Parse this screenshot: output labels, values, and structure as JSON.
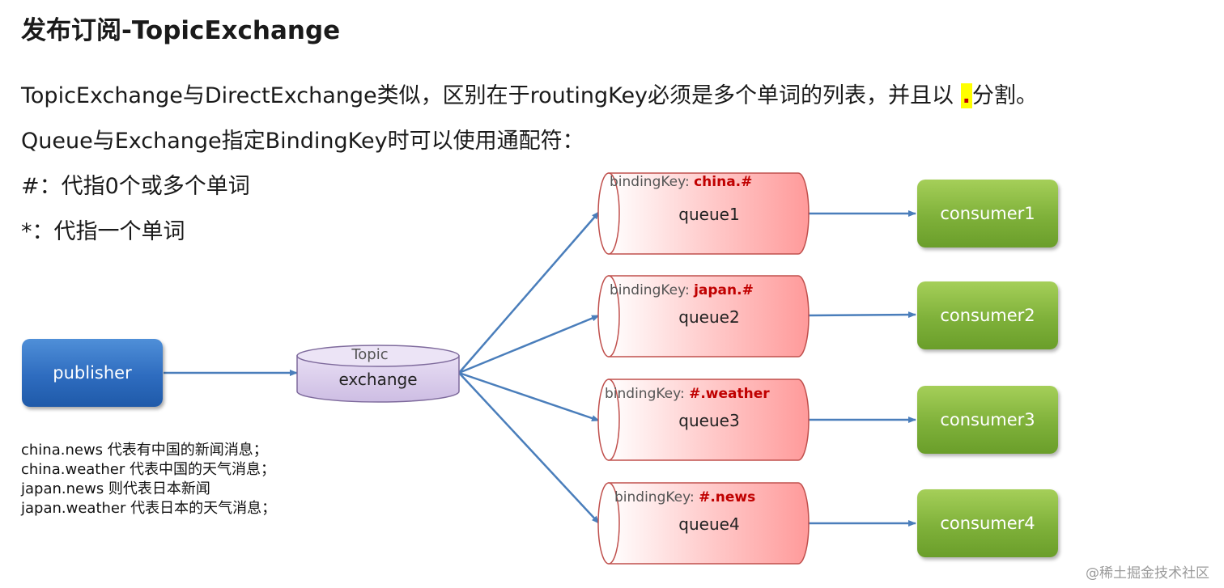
{
  "title": "发布订阅-TopicExchange",
  "intro": {
    "line1_before": "TopicExchange与DirectExchange类似，区别在于routingKey必须是多个单词的列表，并且以 ",
    "line1_dot": ".",
    "line1_after": "分割。",
    "line2": "Queue与Exchange指定BindingKey时可以使用通配符：",
    "line3": "#：代指0个或多个单词",
    "line4": "*：代指一个单词"
  },
  "publisher": {
    "label": "publisher"
  },
  "exchange": {
    "type_label": "Topic",
    "label": "exchange"
  },
  "binding_prefix": "bindingKey: ",
  "queues": [
    {
      "name": "queue1",
      "binding_key": "china.#",
      "consumer": "consumer1"
    },
    {
      "name": "queue2",
      "binding_key": "japan.#",
      "consumer": "consumer2"
    },
    {
      "name": "queue3",
      "binding_key": "#.weather",
      "consumer": "consumer3"
    },
    {
      "name": "queue4",
      "binding_key": "#.news",
      "consumer": "consumer4"
    }
  ],
  "notes": [
    "china.news 代表有中国的新闻消息；",
    "china.weather 代表中国的天气消息；",
    "japan.news 则代表日本新闻",
    "japan.weather 代表日本的天气消息；"
  ],
  "watermark": "@稀土掘金技术社区",
  "colors": {
    "arrow": "#4a7ebb",
    "binding_key": "#c00000",
    "queue_fill": "#ff9a9a",
    "queue_stroke": "#c0504d",
    "exchange_fill": "#d9cbe9",
    "exchange_stroke": "#7e6a9c",
    "publisher": "#2e6cbf",
    "consumer": "#7fb13a"
  }
}
